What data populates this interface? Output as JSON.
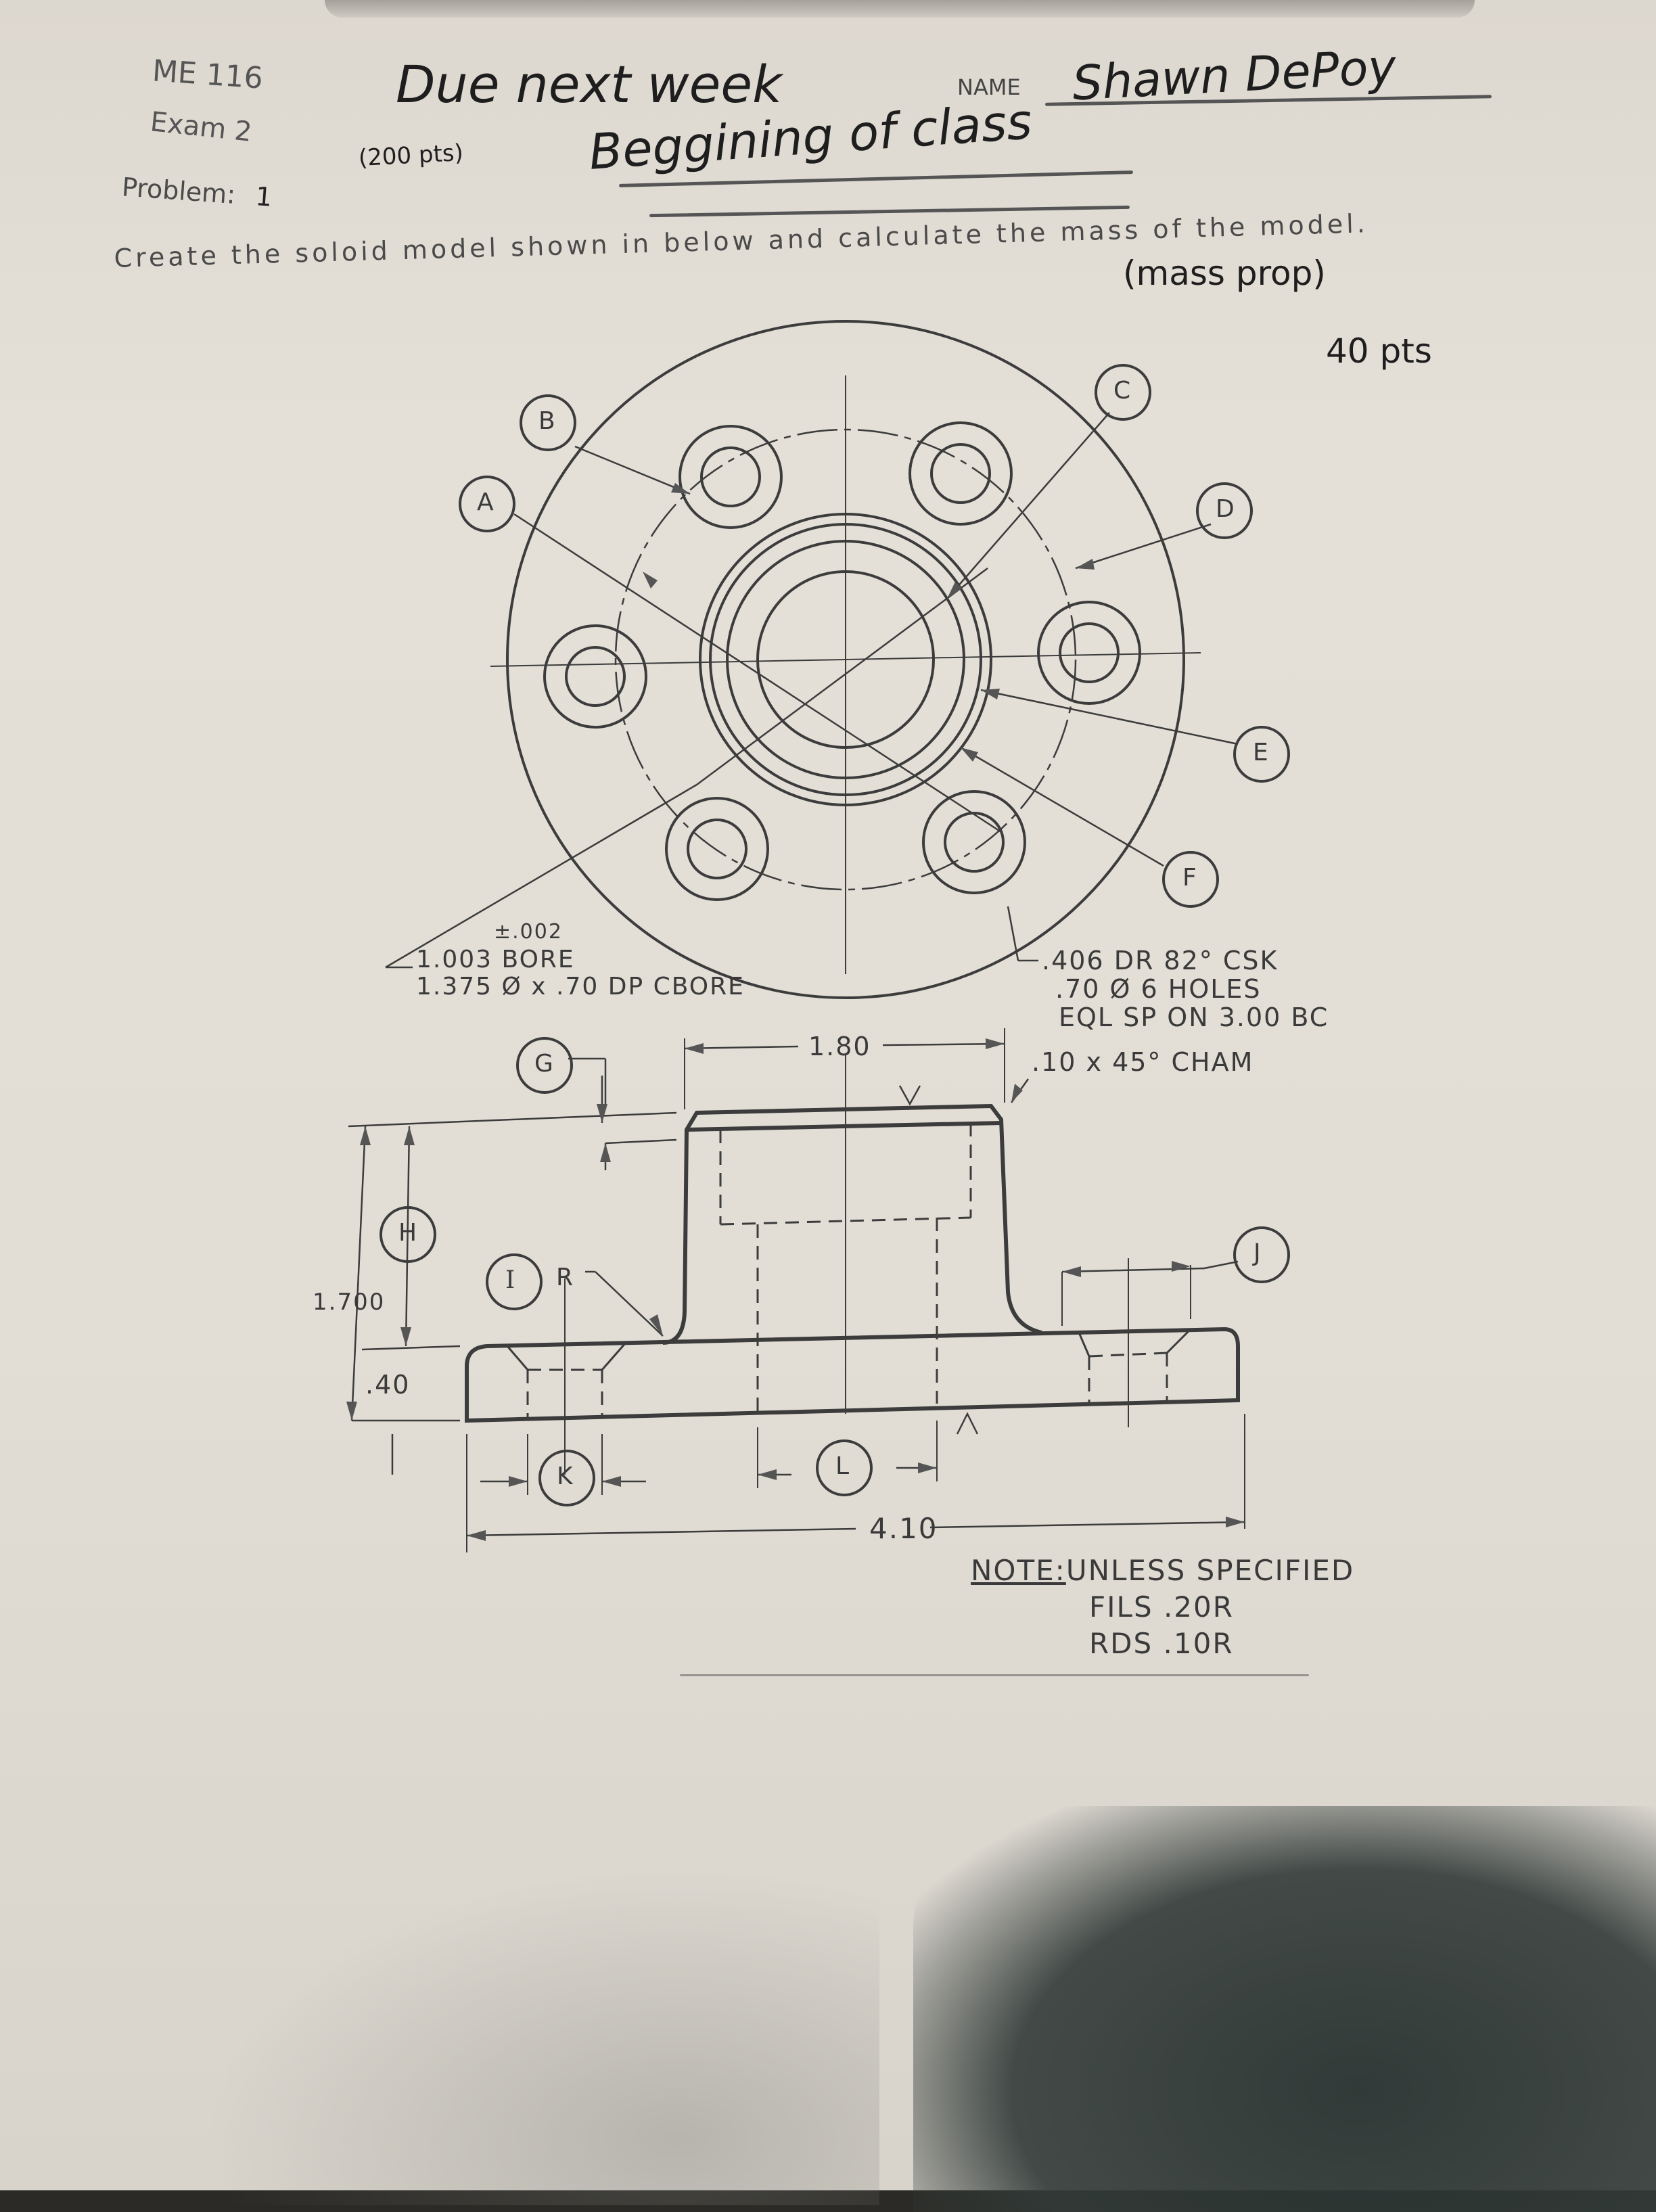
{
  "header": {
    "course": "ME 116",
    "exam": "Exam 2",
    "points_total": "(200 pts)",
    "due_note": "Due next week",
    "due_note_2": "Beggining of class",
    "name_label": "NAME",
    "name_value": "Shawn DePoy"
  },
  "problem": {
    "label": "Problem:",
    "number": "1",
    "statement": "Create the soloid model shown in below and calculate the mass of the model.",
    "handwritten_note": "(mass prop)",
    "points": "40 pts"
  },
  "top_view": {
    "callouts": [
      "A",
      "B",
      "C",
      "D",
      "E",
      "F"
    ],
    "bore_tolerance": "±.002",
    "bore_spec": "1.003  BORE",
    "cbore_spec": "1.375 Ø x .70 DP CBORE",
    "hole_spec_1": ".406 DR 82° CSK",
    "hole_spec_2": ".70 Ø 6 HOLES",
    "hole_spec_3": "EQL SP ON 3.00 BC"
  },
  "section_view": {
    "callouts": [
      "G",
      "H",
      "I",
      "J",
      "K",
      "L"
    ],
    "dim_top_width": "1.80",
    "chamfer": ".10 x 45° CHAM",
    "fillet_prefix": "R",
    "dim_total_height": "1.700",
    "dim_flange_thickness": ".40",
    "dim_overall_width": "4.10"
  },
  "note": {
    "label": "NOTE:",
    "line1": "UNLESS SPECIFIED",
    "line2": "FILS .20R",
    "line3": "RDS  .10R"
  },
  "colors": {
    "paper": "#e2ded6",
    "ink_print": "#4a4a4a",
    "ink_hand": "#1e1e1e",
    "shadow": "#343c3a"
  }
}
